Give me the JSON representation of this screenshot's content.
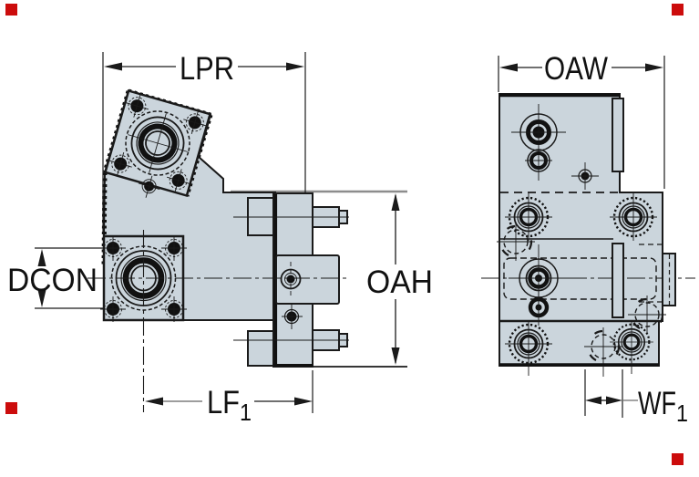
{
  "colors": {
    "body_fill": "#cbd5dc",
    "outline": "#1a1a1a",
    "dark": "#111111",
    "ref_gray": "#8d8d8d",
    "dim_gray": "#7d7d7d",
    "marker_red": "#cc0c0c",
    "background": "#ffffff"
  },
  "dimensions": {
    "lpr": {
      "label": "LPR"
    },
    "dcon": {
      "label": "DCON"
    },
    "oah": {
      "label": "OAH"
    },
    "lf1": {
      "label": "LF",
      "sub": "1"
    },
    "oaw": {
      "label": "OAW"
    },
    "wf1": {
      "label": "WF",
      "sub": "1"
    }
  },
  "markers": {
    "color": "#cc0c0c",
    "positions": [
      "top-left",
      "top-right",
      "bottom-left",
      "bottom-right"
    ]
  }
}
